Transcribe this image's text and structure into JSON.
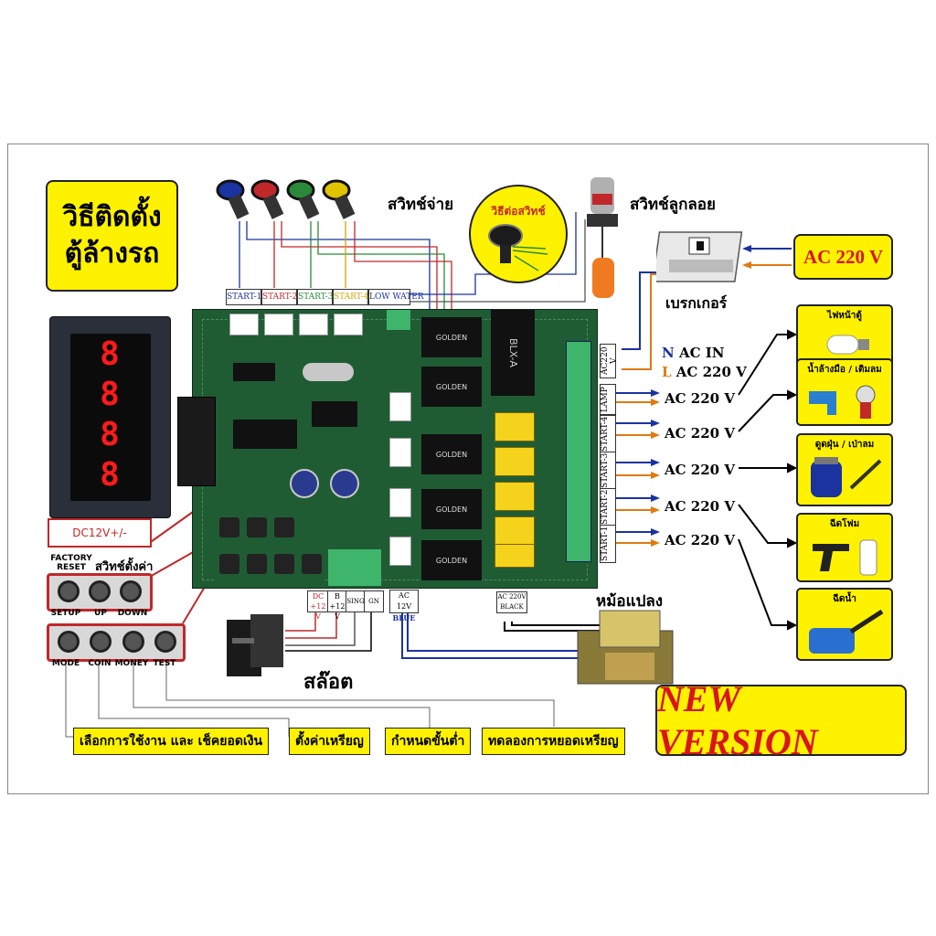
{
  "title": {
    "line1": "วิธีติดตั้ง",
    "line2": "ตู้ล้างรถ"
  },
  "display_digits": [
    "8",
    "8",
    "8",
    "8"
  ],
  "labels": {
    "switch_pay": "สวิทช์จ่าย",
    "switch_connect": "วิธีต่อสวิทช์",
    "float_switch": "สวิทช์ลูกลอย",
    "breaker": "เบรกเกอร์",
    "transformer": "หม้อแปลง",
    "slot": "สล๊อต",
    "setting_switch": "สวิทช์ตั้งค่า",
    "factory_reset": "FACTORY RESET",
    "dc12v": "DC12V+/-"
  },
  "start_labels": [
    "START-1",
    "START-2",
    "START-3",
    "START-4",
    "LOW WATER"
  ],
  "start_colors": [
    "#1a33a0",
    "#c0282a",
    "#2a8a3a",
    "#d7a200",
    "#1a33a0"
  ],
  "ac_main": "AC 220 V",
  "ac_in": {
    "n": "N",
    "n_text": "AC IN",
    "l": "L",
    "l_text": "AC 220 V"
  },
  "side_terminals": [
    "AC220 V",
    "LAMP",
    "START-4",
    "START-3",
    "START-2",
    "START-1"
  ],
  "outputs": [
    "AC 220 V",
    "AC 220 V",
    "AC 220 V",
    "AC 220 V",
    "AC 220 V"
  ],
  "appliances": [
    "ไฟหน้าตู้",
    "น้ำล้างมือ / เติมลม",
    "ดูดฝุ่น / เป่าลม",
    "ฉีดโฟม",
    "ฉีดน้ำ"
  ],
  "setup_buttons": [
    "SETUP",
    "UP",
    "DOWN"
  ],
  "mode_buttons": [
    "MODE",
    "COIN",
    "MONEY",
    "TEST"
  ],
  "bottom_terminals": {
    "dc": "DC +12 V",
    "b": "B +12 V",
    "sing": "SING",
    "gn": "GN",
    "ac12": "AC 12V",
    "ac12_sub": "BLUE",
    "ac220": "AC 220V",
    "ac220_sub": "BLACK"
  },
  "descriptions": [
    "เลือกการใช้งาน และ เช็คยอดเงิน",
    "ตั้งค่าเหรียญ",
    "กำหนดขั้นต่ำ",
    "ทดลองการหยอดเหรียญ"
  ],
  "new_version": "NEW VERSION",
  "colors": {
    "yellow": "#fff200",
    "red": "#d8141c",
    "wire_blue": "#1a33a0",
    "wire_orange": "#e07a10"
  }
}
